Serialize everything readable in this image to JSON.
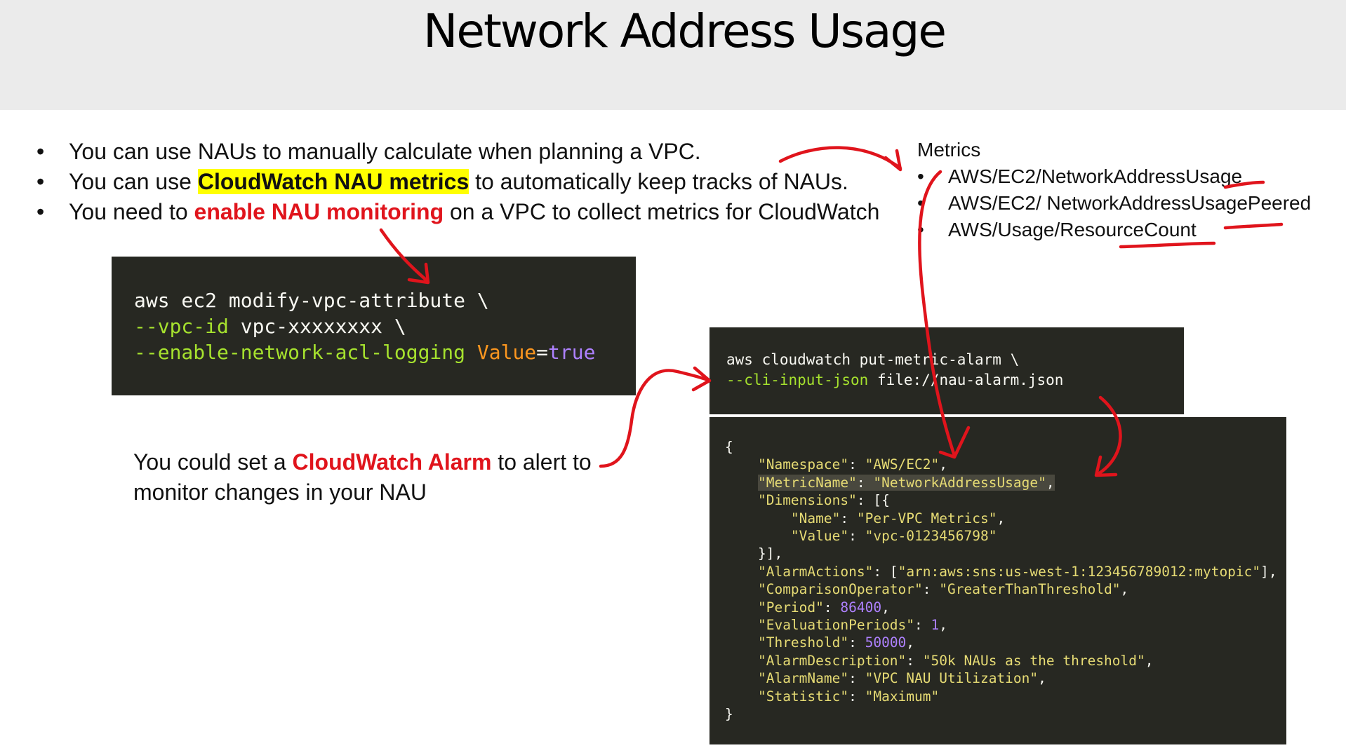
{
  "title": "Network Address Usage",
  "bullets": {
    "b1": "You can use NAUs to manually calculate when planning a VPC.",
    "b2_pre": "You can use ",
    "b2_hl": "CloudWatch NAU metrics",
    "b2_post": " to automatically keep tracks of NAUs.",
    "b3_pre": "You need to ",
    "b3_red": "enable NAU monitoring",
    "b3_post": " on a VPC to collect metrics for CloudWatch",
    "marker": "•"
  },
  "metrics": {
    "title": "Metrics",
    "items": [
      "AWS/EC2/NetworkAddressUsage",
      "AWS/EC2/ NetworkAddressUsagePeered",
      "AWS/Usage/ResourceCount"
    ]
  },
  "code1": {
    "l1": "aws ec2 modify-vpc-attribute \\",
    "l2_flag": "--vpc-id",
    "l2_rest": " vpc-xxxxxxxx \\",
    "l3_flag": "--enable-network-acl-logging",
    "l3_key": "Value",
    "l3_eq": "=",
    "l3_val": "true"
  },
  "code2": {
    "l1": "aws cloudwatch put-metric-alarm \\",
    "l2_flag": "--cli-input-json",
    "l2_rest": " file://nau-alarm.json"
  },
  "code3": {
    "open": "{",
    "close": "}",
    "namespace_key": "\"Namespace\"",
    "namespace_val": "\"AWS/EC2\"",
    "metricname_key": "\"MetricName\"",
    "metricname_val": "\"NetworkAddressUsage\"",
    "dimensions_key": "\"Dimensions\"",
    "dimensions_open": ": [{",
    "name_key": "\"Name\"",
    "name_val": "\"Per-VPC Metrics\"",
    "value_key": "\"Value\"",
    "value_val": "\"vpc-0123456798\"",
    "dimensions_close": "}],",
    "actions_key": "\"AlarmActions\"",
    "actions_val": "\"arn:aws:sns:us-west-1:123456789012:mytopic\"",
    "comparison_key": "\"ComparisonOperator\"",
    "comparison_val": "\"GreaterThanThreshold\"",
    "period_key": "\"Period\"",
    "period_val": "86400",
    "eval_key": "\"EvaluationPeriods\"",
    "eval_val": "1",
    "threshold_key": "\"Threshold\"",
    "threshold_val": "50000",
    "desc_key": "\"AlarmDescription\"",
    "desc_val": "\"50k NAUs as the threshold\"",
    "alarmname_key": "\"AlarmName\"",
    "alarmname_val": "\"VPC NAU Utilization\"",
    "statistic_key": "\"Statistic\"",
    "statistic_val": "\"Maximum\""
  },
  "alarm_note": {
    "pre": "You could set a ",
    "red": "CloudWatch Alarm",
    "post": " to alert to",
    "line2": "monitor changes in your NAU"
  },
  "colors": {
    "annotation_red": "#e0141c",
    "code_bg": "#272822",
    "highlight_yellow": "#ffff00"
  }
}
